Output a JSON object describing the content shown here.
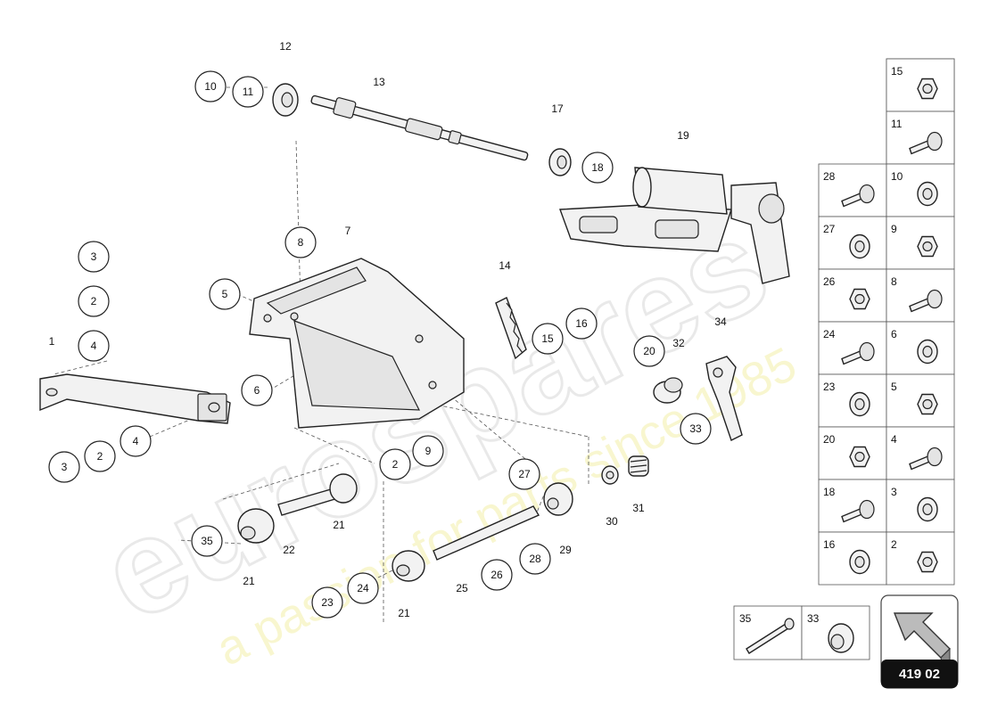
{
  "diagram": {
    "sheet_number": "419 02",
    "watermark": {
      "brand": "eurospares",
      "tagline": "a passion for parts since 1985"
    },
    "callouts": [
      {
        "n": "12"
      },
      {
        "n": "10"
      },
      {
        "n": "11"
      },
      {
        "n": "13"
      },
      {
        "n": "17"
      },
      {
        "n": "18"
      },
      {
        "n": "19"
      },
      {
        "n": "3"
      },
      {
        "n": "2"
      },
      {
        "n": "4"
      },
      {
        "n": "1"
      },
      {
        "n": "8"
      },
      {
        "n": "7"
      },
      {
        "n": "5"
      },
      {
        "n": "6"
      },
      {
        "n": "3"
      },
      {
        "n": "2"
      },
      {
        "n": "4"
      },
      {
        "n": "14"
      },
      {
        "n": "15"
      },
      {
        "n": "16"
      },
      {
        "n": "20"
      },
      {
        "n": "32"
      },
      {
        "n": "34"
      },
      {
        "n": "33"
      },
      {
        "n": "2"
      },
      {
        "n": "9"
      },
      {
        "n": "27"
      },
      {
        "n": "30"
      },
      {
        "n": "31"
      },
      {
        "n": "29"
      },
      {
        "n": "28"
      },
      {
        "n": "26"
      },
      {
        "n": "25"
      },
      {
        "n": "21"
      },
      {
        "n": "22"
      },
      {
        "n": "35"
      },
      {
        "n": "21"
      },
      {
        "n": "24"
      },
      {
        "n": "23"
      },
      {
        "n": "21"
      }
    ],
    "hardware_table": [
      {
        "left": "",
        "right": "15"
      },
      {
        "left": "",
        "right": "11"
      },
      {
        "left": "28",
        "right": "10"
      },
      {
        "left": "27",
        "right": "9"
      },
      {
        "left": "26",
        "right": "8"
      },
      {
        "left": "24",
        "right": "6"
      },
      {
        "left": "23",
        "right": "5"
      },
      {
        "left": "20",
        "right": "4"
      },
      {
        "left": "18",
        "right": "3"
      },
      {
        "left": "16",
        "right": "2"
      }
    ],
    "bottom_table": [
      {
        "n": "35"
      },
      {
        "n": "33"
      }
    ]
  }
}
